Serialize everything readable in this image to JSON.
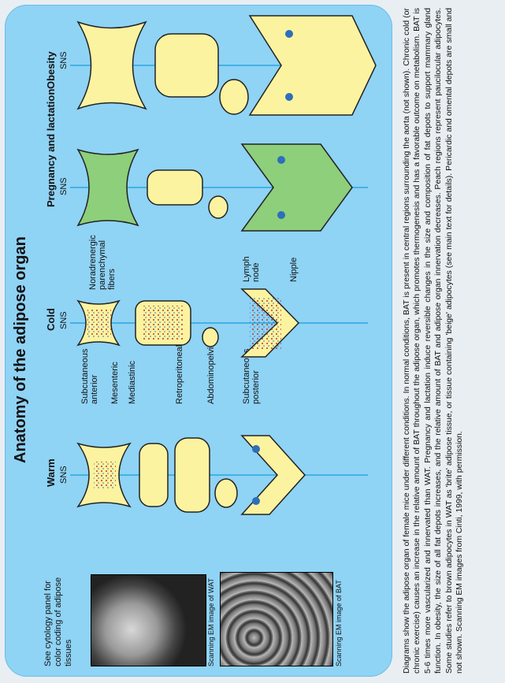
{
  "title": "Anatomy of the adipose organ",
  "columns": {
    "warm": "Warm",
    "cold": "Cold",
    "pregnancy": "Pregnancy and lactation",
    "obesity": "Obesity"
  },
  "sns_label": "SNS",
  "labels": {
    "subcutaneous_anterior": "Subcutaneous anterior",
    "mesenteric": "Mesenteric",
    "mediastinic": "Mediastinic",
    "retroperitoneal": "Retroperitoneal",
    "abdominopelvic": "Abdominopelvic",
    "subcutaneous_posterior": "Subcutaneous posterior",
    "noradrenergic": "Noradrenergic parenchymal fibers",
    "lymph_node": "Lymph node",
    "nipple": "Nipple"
  },
  "cytology_note": "See cytology panel for color coding of adipose tissues",
  "em_wat_caption": "Scanning EM image of WAT",
  "em_bat_caption": "Scanning EM image of BAT",
  "caption": "Diagrams show the adipose organ of female mice under different conditions. In normal conditions, BAT is present in central regions surrounding the aorta (not shown). Chronic cold (or chronic exercise) causes an increase in the relative amount of BAT throughout the adipose organ, which promotes thermogenesis and has a favorable outcome on metabolism. BAT is 5-6 times more vascularized and innervated than WAT. Pregnancy and lactation induce reversible changes in the size and composition of fat depots to support mammary gland function. In obesity, the size of all fat depots increases, and the relative amount of BAT and adipose organ innervation decreases. Peach regions represent paucilocular adipocytes. Some studies refer to brown adipocytes in WAT as 'brite' adipose tissue, or tissue containing 'beige' adipocytes (see main text for details). Pericardic and omental depots are small and not shown. Scanning EM images from Cinti, 1999, with permission.",
  "colors": {
    "panel": "#8fd3f5",
    "wat": "#fbf3a0",
    "lactation": "#8dcf7a",
    "nerve": "#2aa7e0",
    "bat": "#c0392b"
  }
}
